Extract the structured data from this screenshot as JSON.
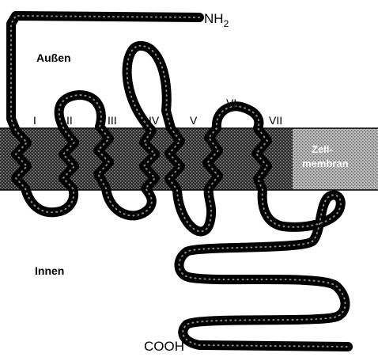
{
  "labels": {
    "outside": "Außen",
    "inside": "Innen",
    "membrane_line1": "Zell-",
    "membrane_line2": "membran",
    "n_terminus": "NH",
    "n_terminus_sub": "2",
    "c_terminus": "COOH"
  },
  "helices": [
    "I",
    "II",
    "III",
    "IV",
    "V",
    "VI",
    "VII"
  ],
  "colors": {
    "chain": "#000000",
    "membrane_band": "#2a2a2a",
    "membrane_stipple": "#9a9a9a",
    "background": "#ffffff"
  }
}
